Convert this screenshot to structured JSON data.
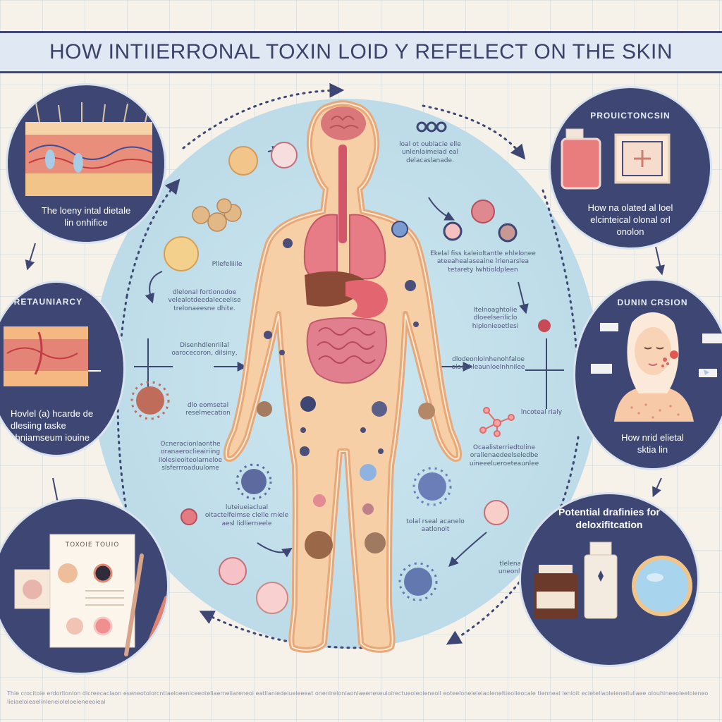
{
  "title": "HOW INTIIERRONAL TOXIN LOID  Y REFELECT ON THE  SKIN",
  "panels": {
    "top_left": {
      "caption": "The loeny intal dietale lin onhifice"
    },
    "top_right": {
      "heading": "PROUICTONCSIN",
      "caption": "How na olated al loel elcinteical olonal orl onolon"
    },
    "mid_left": {
      "heading": "DRETAUNIARCY",
      "caption": "Hovlel (a) hcarde de dlesiing taske chniamseum iouine"
    },
    "mid_right": {
      "heading": "DUNIN CRSION",
      "caption": "How nrid elietal sktia lin"
    },
    "bottom_left": {
      "paper_heading": "TOXOIE TOUIO"
    },
    "bottom_right": {
      "heading": "Potential drafinies for deloxifitcation"
    }
  },
  "annotations": {
    "a1": "loal ot oublacie elle unlenlaimeiad eal delacaslanade.",
    "a2": "Ekelal fiss kaleioltantle ehlelonee ateeahealaseaine lrlenarslea tetarety lwhtioldpleen",
    "a3": "dlelonal fortionodoe velealotdeedaleceelise trelonaeesne dhite.",
    "a4": "Disenhdlenriilal oarocecoron, dilsiny,",
    "a5": "dlo eomsetal reselmecation",
    "a6": "Ocneracionlaonthe oranaeroclieairiing ilolesieoiteolarneloe slsferrroaduulome",
    "a7": "luteiueiaclual oitactelfeimse clelle rniele aesl lidlierneele",
    "a8": "Ocaalisterriedtoline oralienaedeelseledbe uineeelueroeteaunlee",
    "a9": "ltelnoaghtolie dloeelseriliclo hiplonieoetlesi",
    "a10": "dlodeonlolnhenohfaloe olaechleaunloelnhnilee",
    "a11": "lncoteal rialy",
    "a12": "Pllefeliiile",
    "a13": "tolal rseal acanelo aatlonolt",
    "a14": "tlelenal uneonle"
  },
  "footer_text": "Thie crocitoie erdorlionlon dlcreecaciaon eseneotolorcntiaeloeeniceeoteliaerneliareneoi eatllaniedeiueieeeat onenireloniaonlaeeneseuloirectueoleoieneoll eoteeloneleleiaoleneltieolieocale tienneal lenloit ecieteliaoleieneiluliaee olouhineeoleeloieneo lieiaeloieaelinleneioleloeieneeoieal"
}
